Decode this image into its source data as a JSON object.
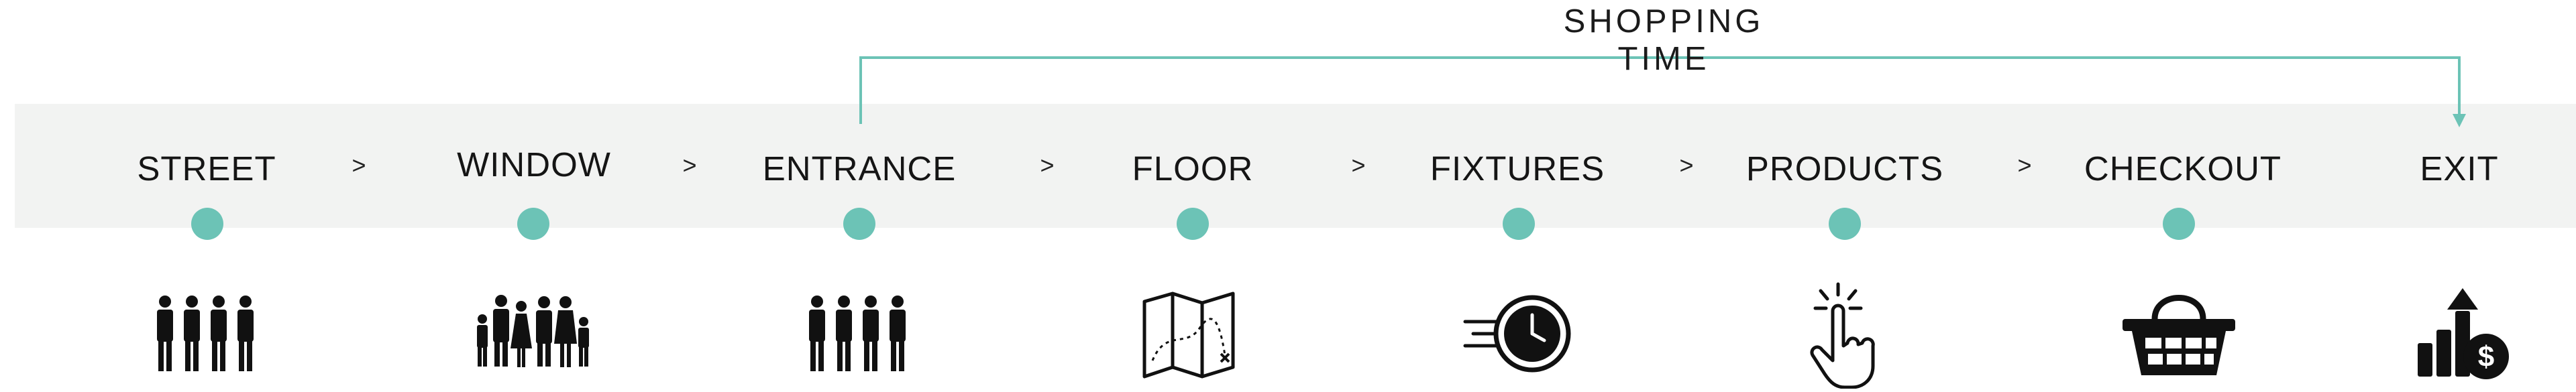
{
  "shopping_time": {
    "label": "SHOPPING TIME"
  },
  "colors": {
    "accent": "#6cc3b6",
    "band": "#f2f3f2",
    "ink": "#151515"
  },
  "separator": ">",
  "stages": [
    {
      "label": "STREET",
      "icon": "people-group-icon"
    },
    {
      "label": "WINDOW",
      "icon": "family-crowd-icon"
    },
    {
      "label": "ENTRANCE",
      "icon": "people-group-icon"
    },
    {
      "label": "FLOOR",
      "icon": "map-route-icon"
    },
    {
      "label": "FIXTURES",
      "icon": "fast-clock-icon"
    },
    {
      "label": "PRODUCTS",
      "icon": "touch-hand-icon"
    },
    {
      "label": "CHECKOUT",
      "icon": "shopping-basket-icon"
    },
    {
      "label": "EXIT",
      "icon": "sales-growth-icon"
    }
  ]
}
